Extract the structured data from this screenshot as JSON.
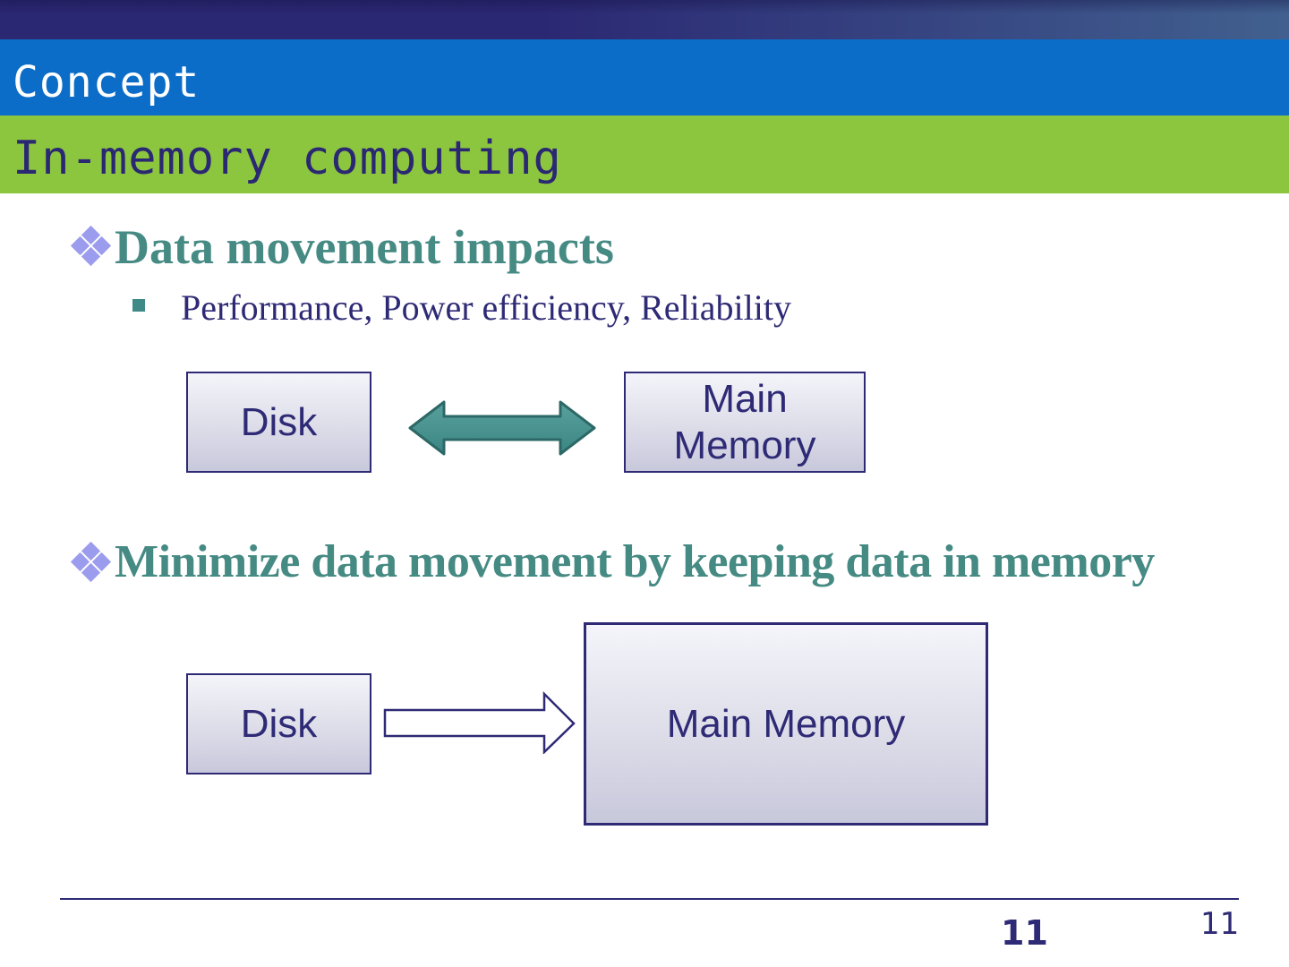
{
  "header": {
    "title": "Concept",
    "subtitle": "In-memory computing"
  },
  "content": {
    "heading1": "Data movement impacts",
    "subbullet1": "Performance, Power efficiency, Reliability",
    "heading2": "Minimize data movement by keeping data in memory"
  },
  "diagram_top": {
    "disk_label": "Disk",
    "memory_label_lines": [
      "Main",
      "Memory"
    ]
  },
  "diagram_bottom": {
    "disk_label": "Disk",
    "memory_label": "Main Memory"
  },
  "footer": {
    "page_number": "11",
    "page_number_right": "11"
  },
  "colors": {
    "banner_indigo_left": "#2b2873",
    "banner_slate_right": "#41608f",
    "header_blue": "#0b6dc7",
    "header_green": "#8cc63f",
    "heading_teal": "#458a83",
    "text_indigo": "#2e2a75",
    "bullet_lavender": "#9c9cee",
    "arrow_teal_fill": "#3f8d8b",
    "arrow_teal_border": "#2c6866",
    "box_fill_top": "#f4f4fa",
    "box_fill_bottom": "#c8c8dc"
  }
}
